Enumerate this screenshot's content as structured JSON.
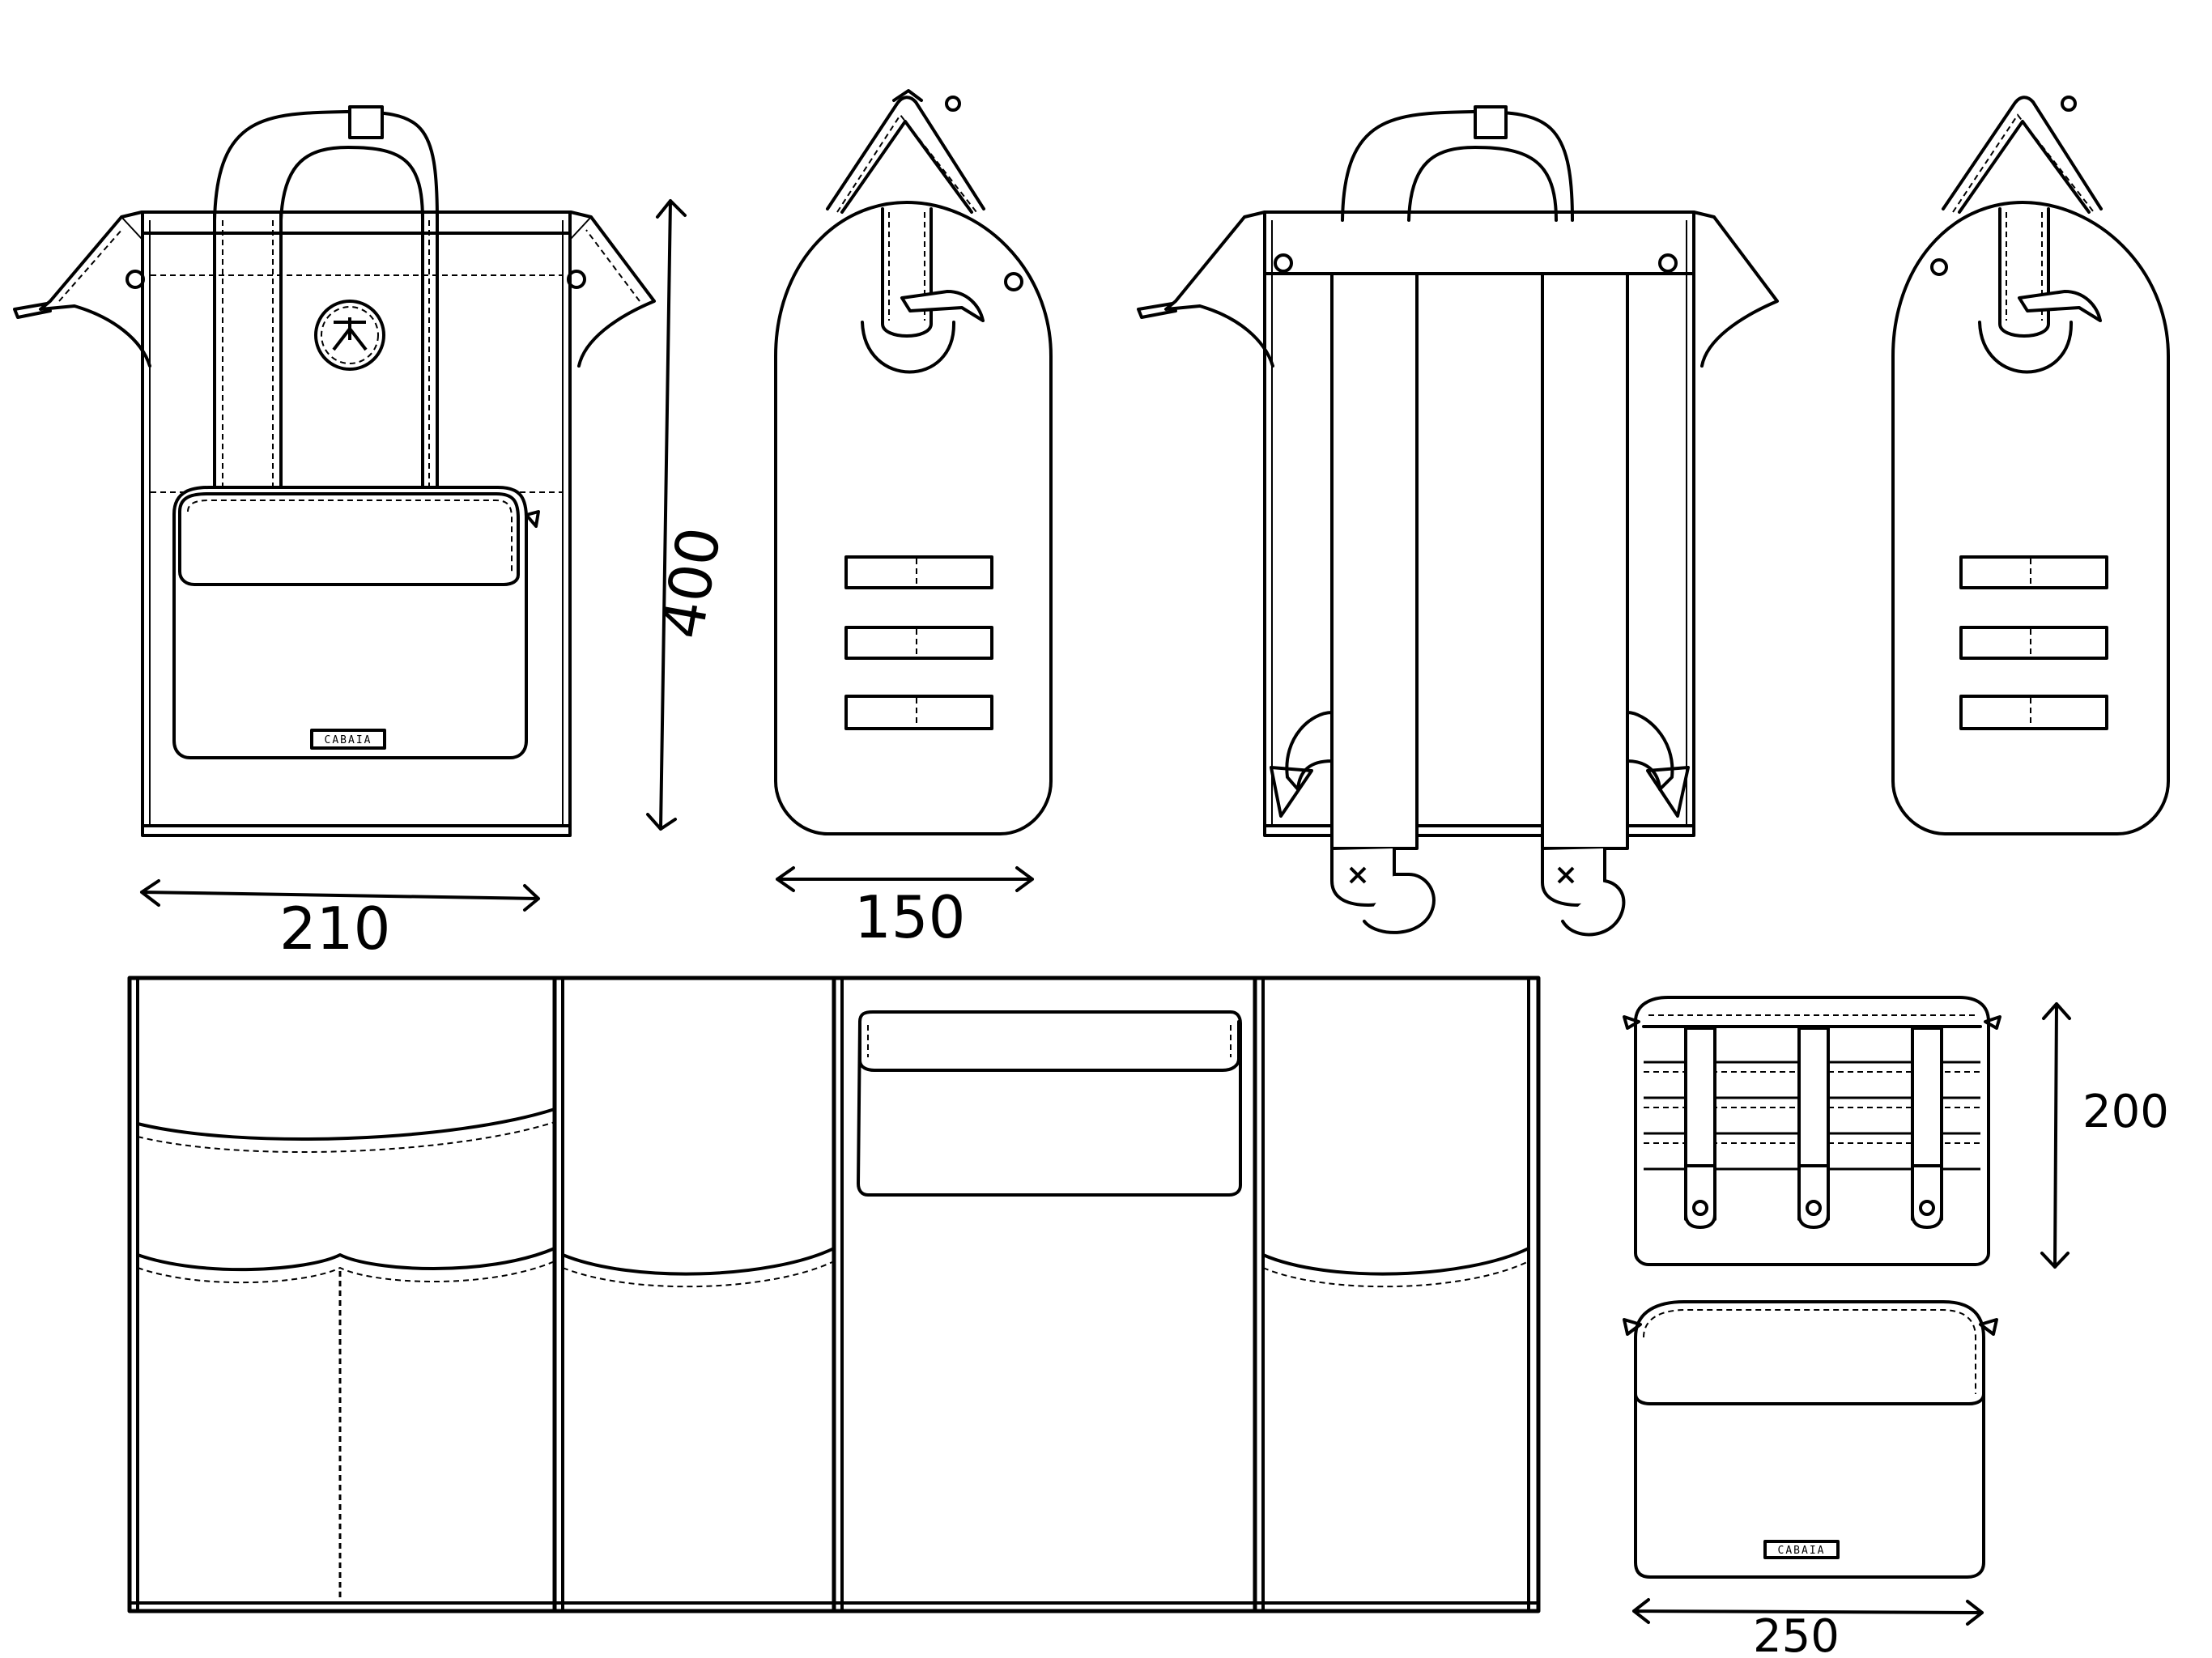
{
  "dimensions": {
    "main_width": "210",
    "main_height": "400",
    "side_width": "150",
    "pouch_height": "200",
    "pouch_width": "250"
  },
  "brand": {
    "label": "CABAIA"
  },
  "icons": [
    "backpack-front-view",
    "backpack-side-view",
    "backpack-back-view",
    "interior-pocket-layout",
    "pouch-back-view",
    "pouch-front-view"
  ]
}
